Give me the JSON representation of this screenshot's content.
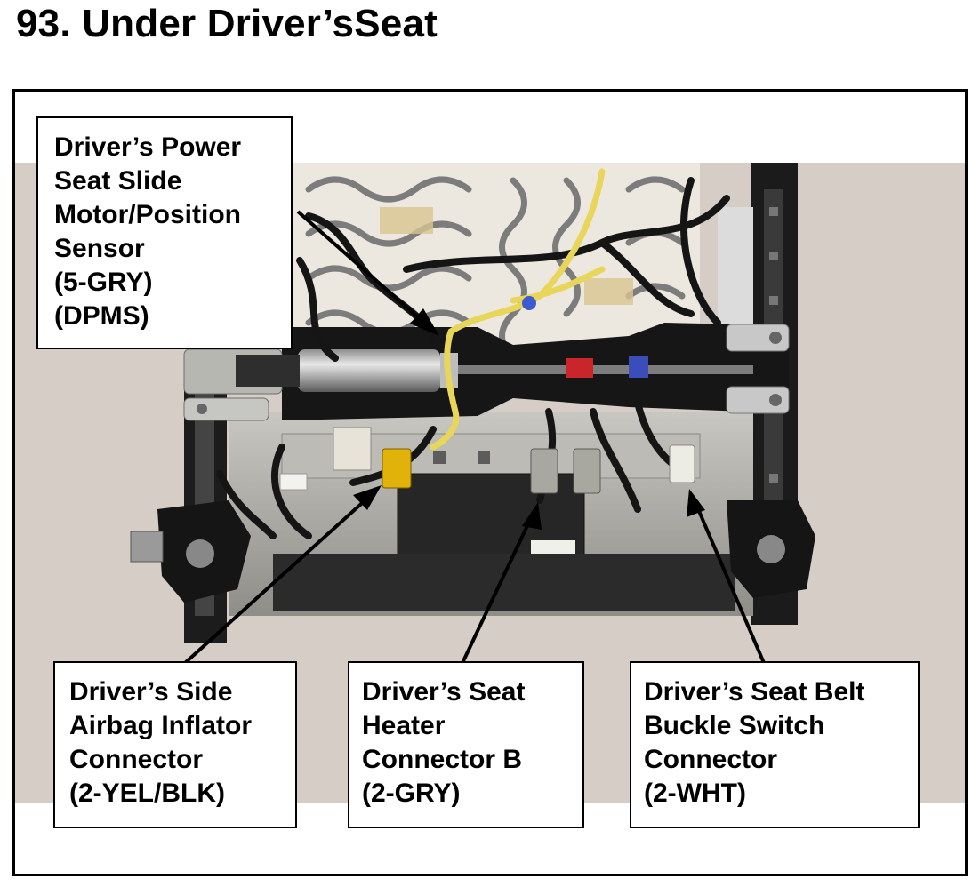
{
  "page": {
    "title": "93.  Under Driver’sSeat"
  },
  "callouts": {
    "dpms": {
      "lines": [
        "Driver’s Power",
        "Seat Slide",
        "Motor/Position",
        "Sensor",
        "(5-GRY)",
        "(DPMS)"
      ]
    },
    "airbag": {
      "lines": [
        "Driver’s Side",
        "Airbag Inflator",
        "Connector",
        "(2-YEL/BLK)"
      ]
    },
    "heater": {
      "lines": [
        "Driver’s Seat",
        "Heater",
        "Connector B",
        "(2-GRY)"
      ]
    },
    "belt": {
      "lines": [
        "Driver’s Seat Belt",
        "Buckle Switch",
        "Connector",
        "(2-WHT)"
      ]
    }
  },
  "colors": {
    "connector_yellow": "#e0b20a",
    "connector_gray": "#a8a8a0",
    "connector_white": "#ecebe4",
    "harness": "#151515",
    "background_wall": "#d6cdc7"
  }
}
